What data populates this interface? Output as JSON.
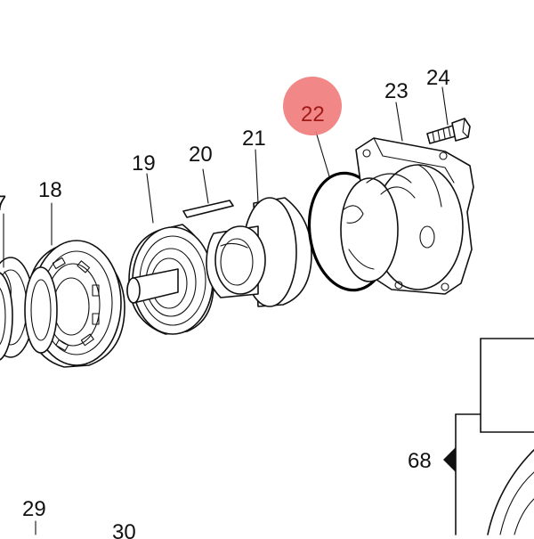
{
  "diagram": {
    "highlight_color": "#f07a7a",
    "highlight_text_color": "#a11a1a",
    "labels": {
      "p7": "7",
      "p18": "18",
      "p19": "19",
      "p20": "20",
      "p21": "21",
      "p22": "22",
      "p23": "23",
      "p24": "24",
      "p29": "29",
      "p30": "30",
      "p68": "68"
    }
  }
}
